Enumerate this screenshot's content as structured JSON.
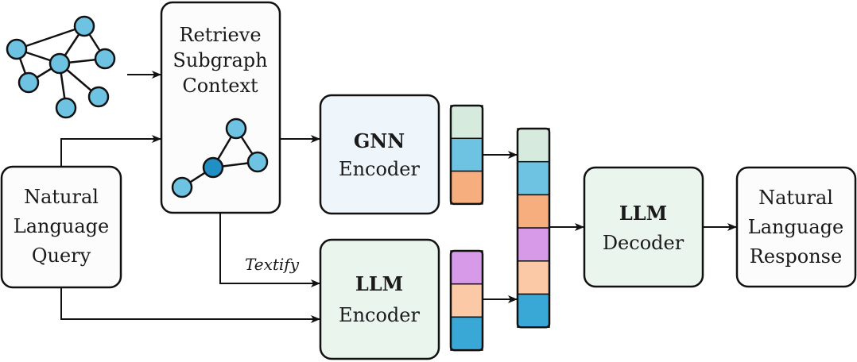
{
  "blocks": {
    "retrieve": {
      "lines": [
        "Retrieve",
        "Subgraph",
        "Context"
      ]
    },
    "query": {
      "lines": [
        "Natural",
        "Language",
        "Query"
      ]
    },
    "gnn_encoder": {
      "bold": "GNN",
      "line": "Encoder"
    },
    "llm_encoder": {
      "bold": "LLM",
      "line": "Encoder"
    },
    "llm_decoder": {
      "bold": "LLM",
      "line": "Decoder"
    },
    "response": {
      "lines": [
        "Natural",
        "Language",
        "Response"
      ]
    }
  },
  "edge_labels": {
    "textify": "Textify"
  },
  "colors": {
    "node_fill": "#6ec3e2",
    "node_highlight": "#1f8fc4",
    "blue_box_fill": "#eef6fb",
    "green_box_fill": "#eaf5ee",
    "white_box_fill": "#fbfcfb",
    "emb_light_green": "#d6ebde",
    "emb_blue": "#6ec3e2",
    "emb_orange": "#f7ae7e",
    "emb_purple": "#d79ae8",
    "emb_peach": "#fbc9a6",
    "emb_dark_blue": "#3aa8d6"
  },
  "embeddings": {
    "gnn_vector": [
      "emb_light_green",
      "emb_blue",
      "emb_orange"
    ],
    "llm_vector": [
      "emb_purple",
      "emb_peach",
      "emb_dark_blue"
    ],
    "combined_vector": [
      "emb_light_green",
      "emb_blue",
      "emb_orange",
      "emb_purple",
      "emb_peach",
      "emb_dark_blue"
    ]
  }
}
